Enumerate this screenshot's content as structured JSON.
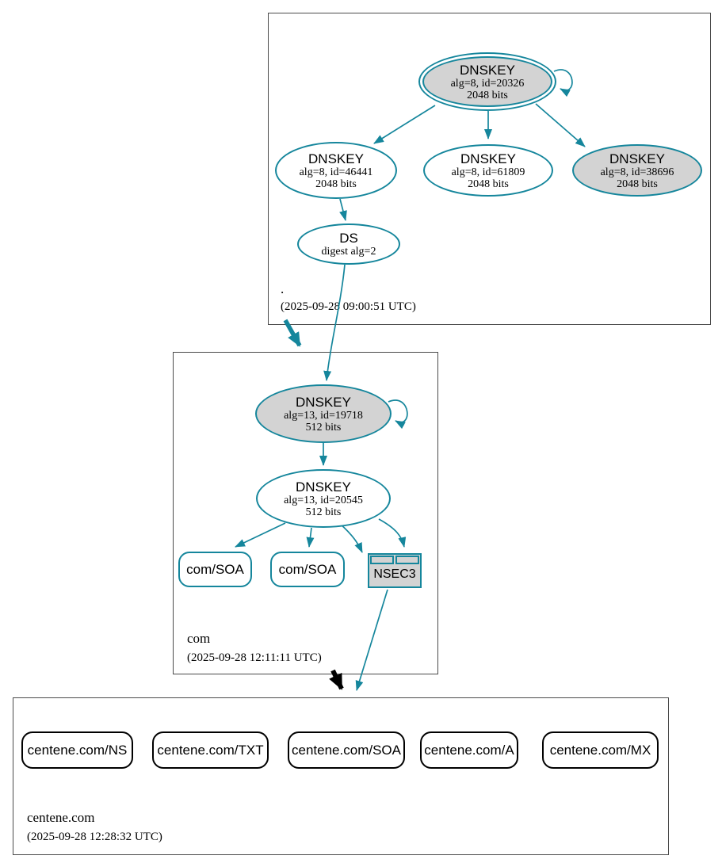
{
  "colors": {
    "secure_teal": "#15869c",
    "insecure_black": "#000000",
    "key_fill_gray": "#d3d3d3"
  },
  "root_zone": {
    "name": ".",
    "timestamp": "(2025-09-28 09:00:51 UTC)",
    "ksk": {
      "title": "DNSKEY",
      "detail1": "alg=8, id=20326",
      "detail2": "2048 bits"
    },
    "zsk1": {
      "title": "DNSKEY",
      "detail1": "alg=8, id=46441",
      "detail2": "2048 bits"
    },
    "zsk2": {
      "title": "DNSKEY",
      "detail1": "alg=8, id=61809",
      "detail2": "2048 bits"
    },
    "zsk3": {
      "title": "DNSKEY",
      "detail1": "alg=8, id=38696",
      "detail2": "2048 bits"
    },
    "ds": {
      "title": "DS",
      "detail1": "digest alg=2"
    }
  },
  "com_zone": {
    "name": "com",
    "timestamp": "(2025-09-28 12:11:11 UTC)",
    "ksk": {
      "title": "DNSKEY",
      "detail1": "alg=13, id=19718",
      "detail2": "512 bits"
    },
    "zsk": {
      "title": "DNSKEY",
      "detail1": "alg=13, id=20545",
      "detail2": "512 bits"
    },
    "soa1": "com/SOA",
    "soa2": "com/SOA",
    "nsec3": "NSEC3"
  },
  "centene_zone": {
    "name": "centene.com",
    "timestamp": "(2025-09-28 12:28:32 UTC)",
    "rrsets": [
      "centene.com/NS",
      "centene.com/TXT",
      "centene.com/SOA",
      "centene.com/A",
      "centene.com/MX"
    ]
  }
}
